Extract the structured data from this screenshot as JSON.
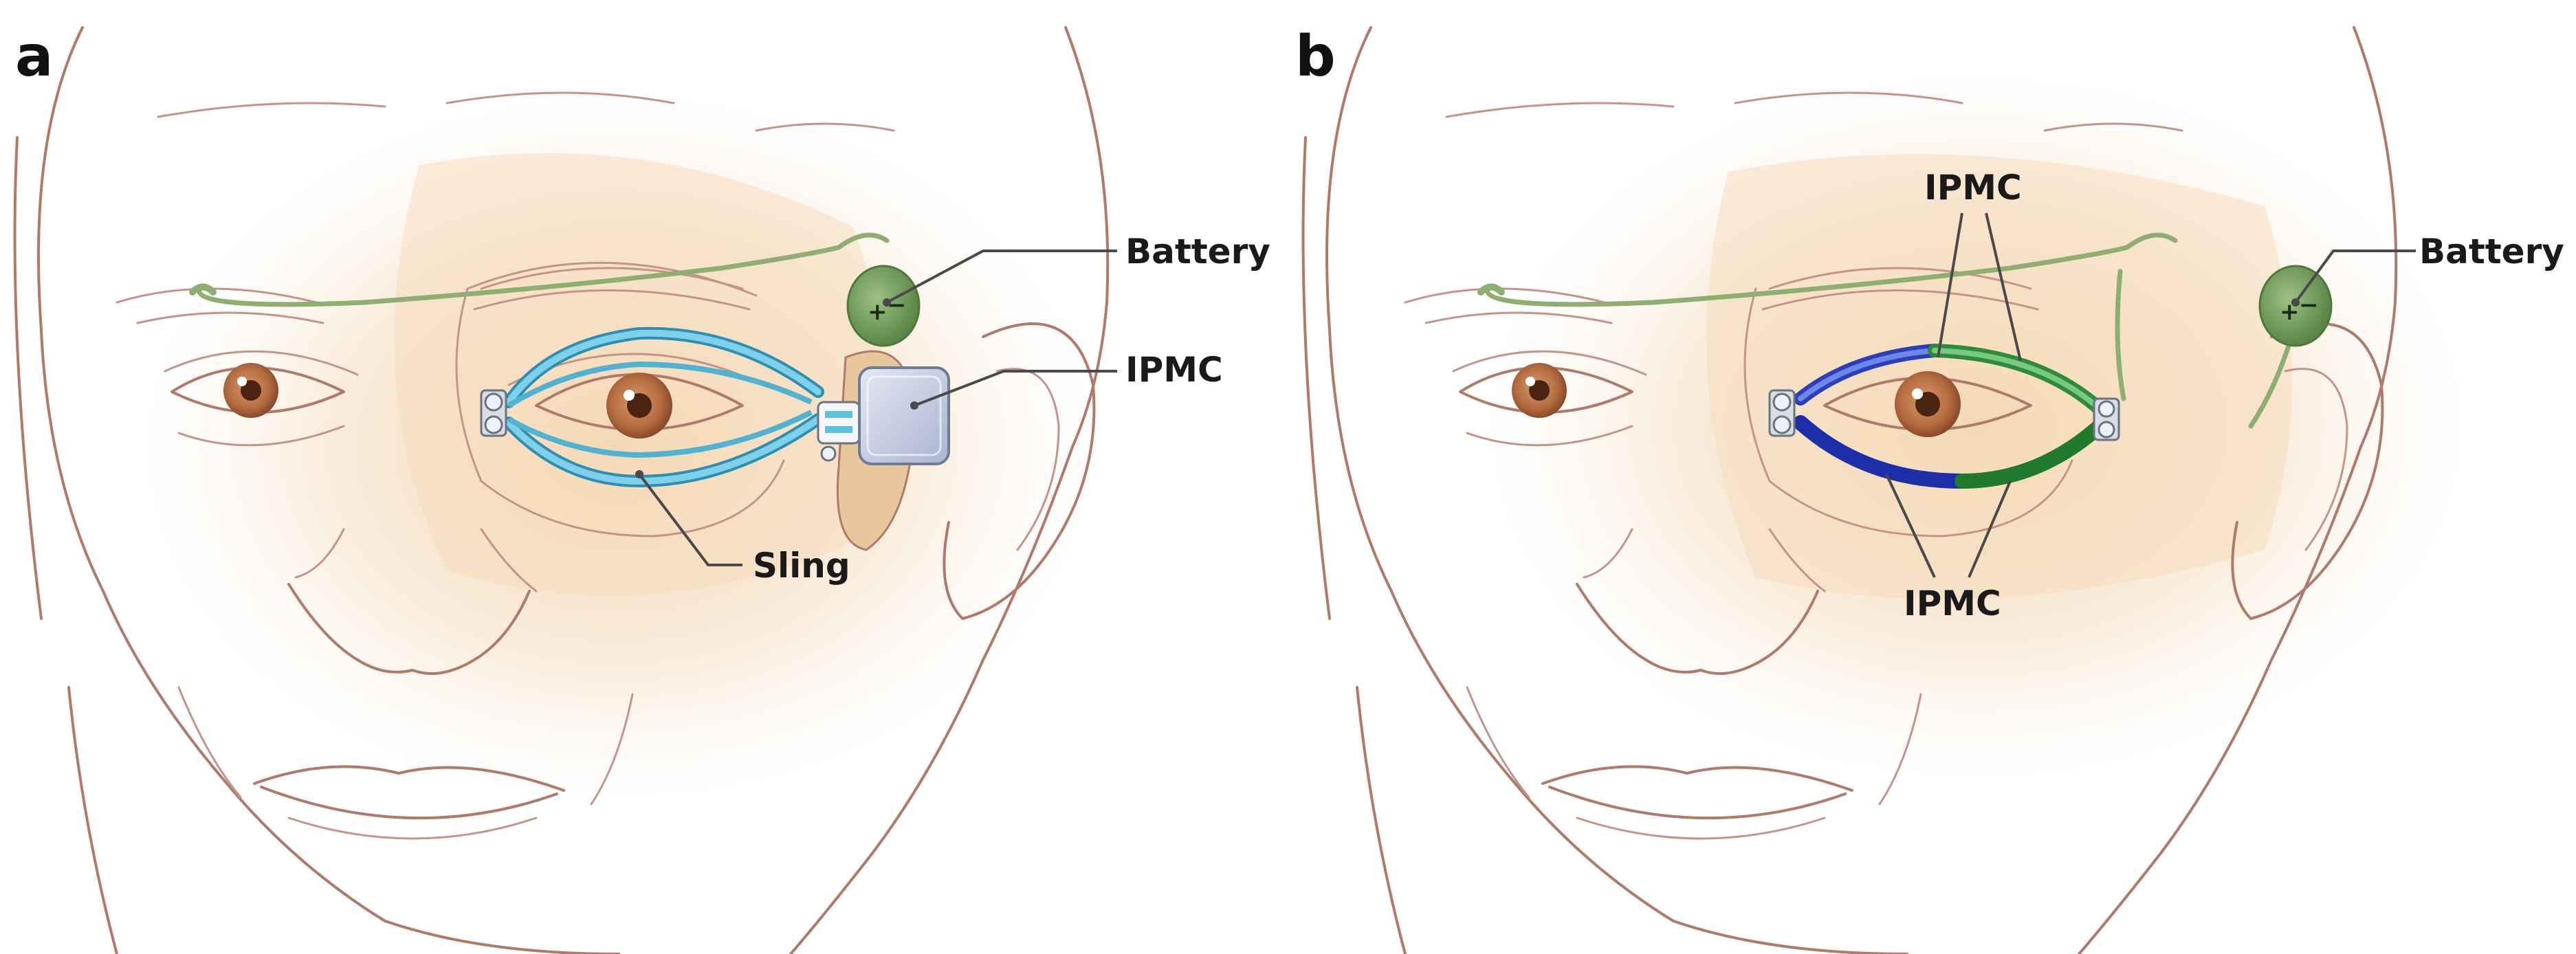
{
  "panels": [
    {
      "letter": "a",
      "labels": {
        "battery": "Battery",
        "ipmc": "IPMC",
        "sling": "Sling"
      }
    },
    {
      "letter": "b",
      "labels": {
        "battery": "Battery",
        "ipmc_top": "IPMC",
        "ipmc_bottom": "IPMC"
      }
    }
  ],
  "colors": {
    "sling": "#4fb3d1",
    "battery": "#6f9a5c",
    "wire": "#8fae72",
    "ipmc_device": "#c7d0e4",
    "ipmc_blue": "#2a3fb8",
    "ipmc_green": "#2e8b3e",
    "skin_line": "#b07a6a",
    "skin_tint": "#f3dcbc"
  }
}
